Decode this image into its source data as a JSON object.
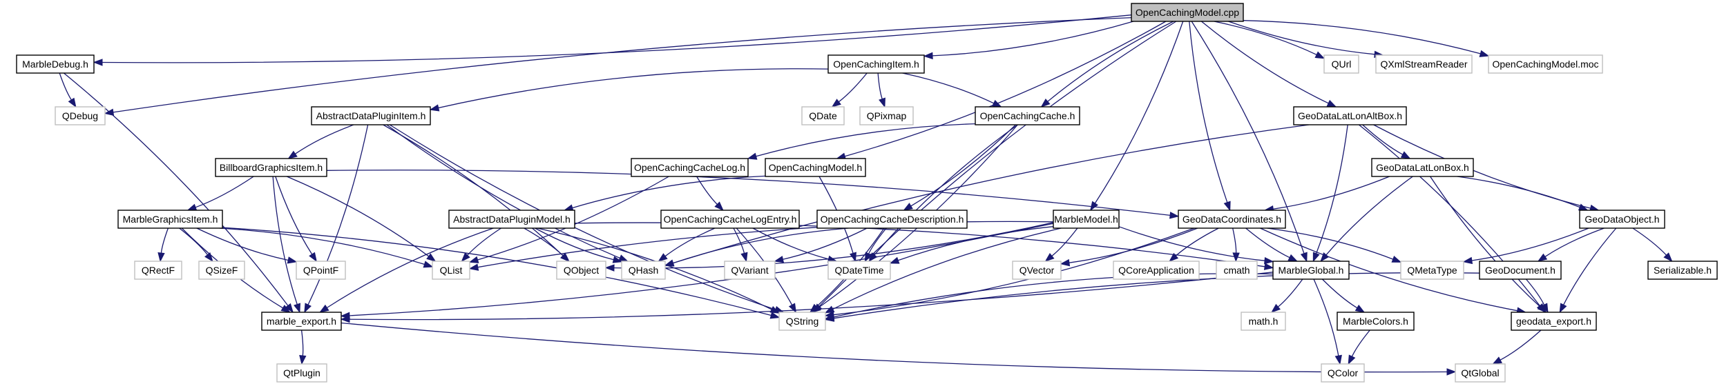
{
  "title": "OpenCachingModel.cpp include dependency graph",
  "colors": {
    "edge": "#191970",
    "root_fill": "#bfbfbf",
    "documented_border": "#000000",
    "undocumented_border": "#bfbfbf"
  },
  "nodes": [
    {
      "id": "root",
      "label": "OpenCachingModel.cpp",
      "kind": "root"
    },
    {
      "id": "MarbleDebug",
      "label": "MarbleDebug.h",
      "kind": "documented"
    },
    {
      "id": "QDebug",
      "label": "QDebug",
      "kind": "external"
    },
    {
      "id": "OpenCachingItem",
      "label": "OpenCachingItem.h",
      "kind": "documented"
    },
    {
      "id": "QUrl",
      "label": "QUrl",
      "kind": "external"
    },
    {
      "id": "QXmlStreamReader",
      "label": "QXmlStreamReader",
      "kind": "external"
    },
    {
      "id": "OpenCachingModelMoc",
      "label": "OpenCachingModel.moc",
      "kind": "external"
    },
    {
      "id": "AbstractDataPluginItem",
      "label": "AbstractDataPluginItem.h",
      "kind": "documented"
    },
    {
      "id": "QDate",
      "label": "QDate",
      "kind": "external"
    },
    {
      "id": "QPixmap",
      "label": "QPixmap",
      "kind": "external"
    },
    {
      "id": "OpenCachingCache",
      "label": "OpenCachingCache.h",
      "kind": "documented"
    },
    {
      "id": "GeoDataLatLonAltBox",
      "label": "GeoDataLatLonAltBox.h",
      "kind": "documented"
    },
    {
      "id": "BillboardGraphicsItem",
      "label": "BillboardGraphicsItem.h",
      "kind": "documented"
    },
    {
      "id": "OpenCachingCacheLog",
      "label": "OpenCachingCacheLog.h",
      "kind": "documented"
    },
    {
      "id": "OpenCachingModelH",
      "label": "OpenCachingModel.h",
      "kind": "documented"
    },
    {
      "id": "GeoDataLatLonBox",
      "label": "GeoDataLatLonBox.h",
      "kind": "documented"
    },
    {
      "id": "MarbleGraphicsItem",
      "label": "MarbleGraphicsItem.h",
      "kind": "documented"
    },
    {
      "id": "AbstractDataPluginModel",
      "label": "AbstractDataPluginModel.h",
      "kind": "documented"
    },
    {
      "id": "OpenCachingCacheLogEntry",
      "label": "OpenCachingCacheLogEntry.h",
      "kind": "documented"
    },
    {
      "id": "OpenCachingCacheDescription",
      "label": "OpenCachingCacheDescription.h",
      "kind": "documented"
    },
    {
      "id": "MarbleModel",
      "label": "MarbleModel.h",
      "kind": "documented"
    },
    {
      "id": "GeoDataCoordinates",
      "label": "GeoDataCoordinates.h",
      "kind": "documented"
    },
    {
      "id": "GeoDataObject",
      "label": "GeoDataObject.h",
      "kind": "documented"
    },
    {
      "id": "QRectF",
      "label": "QRectF",
      "kind": "external"
    },
    {
      "id": "QSizeF",
      "label": "QSizeF",
      "kind": "external"
    },
    {
      "id": "QPointF",
      "label": "QPointF",
      "kind": "external"
    },
    {
      "id": "QList",
      "label": "QList",
      "kind": "external"
    },
    {
      "id": "QObject",
      "label": "QObject",
      "kind": "external"
    },
    {
      "id": "QHash",
      "label": "QHash",
      "kind": "external"
    },
    {
      "id": "QVariant",
      "label": "QVariant",
      "kind": "external"
    },
    {
      "id": "QDateTime",
      "label": "QDateTime",
      "kind": "external"
    },
    {
      "id": "QVector",
      "label": "QVector",
      "kind": "external"
    },
    {
      "id": "QCoreApplication",
      "label": "QCoreApplication",
      "kind": "external"
    },
    {
      "id": "cmath",
      "label": "cmath",
      "kind": "external"
    },
    {
      "id": "MarbleGlobal",
      "label": "MarbleGlobal.h",
      "kind": "documented"
    },
    {
      "id": "QMetaType",
      "label": "QMetaType",
      "kind": "external"
    },
    {
      "id": "GeoDocument",
      "label": "GeoDocument.h",
      "kind": "documented"
    },
    {
      "id": "Serializable",
      "label": "Serializable.h",
      "kind": "documented"
    },
    {
      "id": "marble_export",
      "label": "marble_export.h",
      "kind": "documented"
    },
    {
      "id": "QString",
      "label": "QString",
      "kind": "external"
    },
    {
      "id": "mathh",
      "label": "math.h",
      "kind": "external"
    },
    {
      "id": "MarbleColors",
      "label": "MarbleColors.h",
      "kind": "documented"
    },
    {
      "id": "geodata_export",
      "label": "geodata_export.h",
      "kind": "documented"
    },
    {
      "id": "QtPlugin",
      "label": "QtPlugin",
      "kind": "external"
    },
    {
      "id": "QColor",
      "label": "QColor",
      "kind": "external"
    },
    {
      "id": "QtGlobal",
      "label": "QtGlobal",
      "kind": "external"
    }
  ],
  "edges": [
    [
      "root",
      "MarbleDebug"
    ],
    [
      "root",
      "QDebug"
    ],
    [
      "root",
      "OpenCachingItem"
    ],
    [
      "root",
      "QString"
    ],
    [
      "root",
      "OpenCachingModelH"
    ],
    [
      "root",
      "OpenCachingCache"
    ],
    [
      "root",
      "MarbleModel"
    ],
    [
      "root",
      "GeoDataCoordinates"
    ],
    [
      "root",
      "MarbleGlobal"
    ],
    [
      "root",
      "GeoDataLatLonAltBox"
    ],
    [
      "root",
      "QUrl"
    ],
    [
      "root",
      "QXmlStreamReader"
    ],
    [
      "root",
      "OpenCachingModelMoc"
    ],
    [
      "MarbleDebug",
      "QDebug"
    ],
    [
      "MarbleDebug",
      "marble_export"
    ],
    [
      "OpenCachingItem",
      "AbstractDataPluginItem"
    ],
    [
      "OpenCachingItem",
      "QDate"
    ],
    [
      "OpenCachingItem",
      "QPixmap"
    ],
    [
      "OpenCachingItem",
      "OpenCachingCache"
    ],
    [
      "AbstractDataPluginItem",
      "BillboardGraphicsItem"
    ],
    [
      "AbstractDataPluginItem",
      "marble_export"
    ],
    [
      "AbstractDataPluginItem",
      "QString"
    ],
    [
      "AbstractDataPluginItem",
      "QObject"
    ],
    [
      "AbstractDataPluginItem",
      "QHash"
    ],
    [
      "BillboardGraphicsItem",
      "MarbleGraphicsItem"
    ],
    [
      "BillboardGraphicsItem",
      "QPointF"
    ],
    [
      "BillboardGraphicsItem",
      "QList"
    ],
    [
      "BillboardGraphicsItem",
      "marble_export"
    ],
    [
      "BillboardGraphicsItem",
      "GeoDataCoordinates"
    ],
    [
      "MarbleGraphicsItem",
      "QRectF"
    ],
    [
      "MarbleGraphicsItem",
      "QSizeF"
    ],
    [
      "MarbleGraphicsItem",
      "QPointF"
    ],
    [
      "MarbleGraphicsItem",
      "QList"
    ],
    [
      "MarbleGraphicsItem",
      "marble_export"
    ],
    [
      "MarbleGraphicsItem",
      "QString"
    ],
    [
      "OpenCachingCache",
      "OpenCachingCacheLog"
    ],
    [
      "OpenCachingCache",
      "OpenCachingCacheDescription"
    ],
    [
      "OpenCachingCache",
      "QDateTime"
    ],
    [
      "OpenCachingCache",
      "QString"
    ],
    [
      "OpenCachingCacheLog",
      "OpenCachingCacheLogEntry"
    ],
    [
      "OpenCachingCacheLog",
      "QList"
    ],
    [
      "OpenCachingModelH",
      "AbstractDataPluginModel"
    ],
    [
      "OpenCachingModelH",
      "QDateTime"
    ],
    [
      "AbstractDataPluginModel",
      "QList"
    ],
    [
      "AbstractDataPluginModel",
      "QObject"
    ],
    [
      "AbstractDataPluginModel",
      "QHash"
    ],
    [
      "AbstractDataPluginModel",
      "QString"
    ],
    [
      "AbstractDataPluginModel",
      "marble_export"
    ],
    [
      "AbstractDataPluginModel",
      "MarbleGlobal"
    ],
    [
      "OpenCachingCacheLogEntry",
      "QHash"
    ],
    [
      "OpenCachingCacheLogEntry",
      "QVariant"
    ],
    [
      "OpenCachingCacheLogEntry",
      "QDateTime"
    ],
    [
      "OpenCachingCacheLogEntry",
      "QString"
    ],
    [
      "OpenCachingCacheDescription",
      "QHash"
    ],
    [
      "OpenCachingCacheDescription",
      "QVariant"
    ],
    [
      "OpenCachingCacheDescription",
      "QDateTime"
    ],
    [
      "OpenCachingCacheDescription",
      "QString"
    ],
    [
      "MarbleModel",
      "QList"
    ],
    [
      "MarbleModel",
      "QObject"
    ],
    [
      "MarbleModel",
      "QDateTime"
    ],
    [
      "MarbleModel",
      "QVector"
    ],
    [
      "MarbleModel",
      "MarbleGlobal"
    ],
    [
      "MarbleModel",
      "marble_export"
    ],
    [
      "MarbleModel",
      "QString"
    ],
    [
      "GeoDataCoordinates",
      "QVector"
    ],
    [
      "GeoDataCoordinates",
      "QCoreApplication"
    ],
    [
      "GeoDataCoordinates",
      "cmath"
    ],
    [
      "GeoDataCoordinates",
      "MarbleGlobal"
    ],
    [
      "GeoDataCoordinates",
      "QMetaType"
    ],
    [
      "GeoDataCoordinates",
      "geodata_export"
    ],
    [
      "GeoDataCoordinates",
      "QString"
    ],
    [
      "GeoDataLatLonAltBox",
      "GeoDataLatLonBox"
    ],
    [
      "GeoDataLatLonAltBox",
      "MarbleGlobal"
    ],
    [
      "GeoDataLatLonAltBox",
      "GeoDataObject"
    ],
    [
      "GeoDataLatLonAltBox",
      "geodata_export"
    ],
    [
      "GeoDataLatLonAltBox",
      "QHash"
    ],
    [
      "GeoDataLatLonBox",
      "GeoDataCoordinates"
    ],
    [
      "GeoDataLatLonBox",
      "MarbleGlobal"
    ],
    [
      "GeoDataLatLonBox",
      "GeoDataObject"
    ],
    [
      "GeoDataLatLonBox",
      "geodata_export"
    ],
    [
      "GeoDataObject",
      "QMetaType"
    ],
    [
      "GeoDataObject",
      "GeoDocument"
    ],
    [
      "GeoDataObject",
      "Serializable"
    ],
    [
      "GeoDataObject",
      "geodata_export"
    ],
    [
      "GeoDocument",
      "geodata_export"
    ],
    [
      "GeoDocument",
      "QString"
    ],
    [
      "MarbleGlobal",
      "mathh"
    ],
    [
      "MarbleGlobal",
      "MarbleColors"
    ],
    [
      "MarbleGlobal",
      "QColor"
    ],
    [
      "MarbleGlobal",
      "QString"
    ],
    [
      "MarbleGlobal",
      "marble_export"
    ],
    [
      "MarbleColors",
      "QColor"
    ],
    [
      "marble_export",
      "QtPlugin"
    ],
    [
      "marble_export",
      "QtGlobal"
    ],
    [
      "geodata_export",
      "QtGlobal"
    ]
  ]
}
